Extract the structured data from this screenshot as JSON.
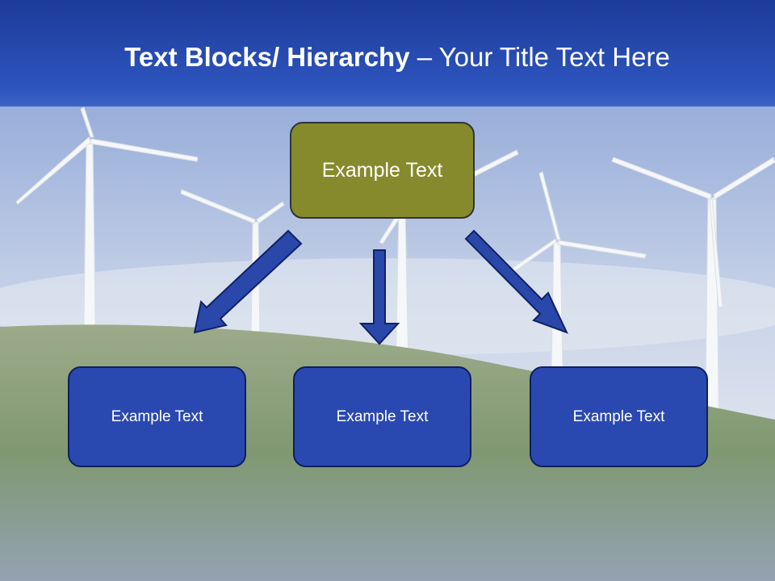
{
  "title": {
    "bold": "Text Blocks/ Hierarchy",
    "rest": " – Your Title Text Here"
  },
  "diagram": {
    "root": "Example Text",
    "children": [
      "Example Text",
      "Example Text",
      "Example Text"
    ]
  },
  "colors": {
    "title_bar": "#2344a6",
    "root_fill": "#868a2c",
    "child_fill": "#2a49b0",
    "arrow_fill": "#2a47aa",
    "arrow_stroke": "#0e2266",
    "sky_top": "#5b7cc0",
    "sky_bottom": "#d8e0ec",
    "grass": "#6f8a57"
  }
}
